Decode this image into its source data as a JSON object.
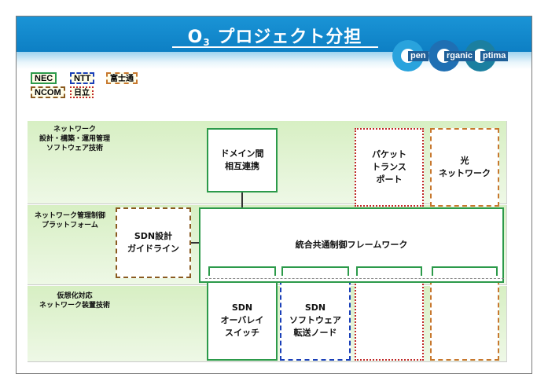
{
  "slide": {
    "title_main": "O",
    "title_sub": "3",
    "title_rest": " プロジェクト分担",
    "logo": {
      "word1": "pen",
      "word2": "rganic",
      "word3": "ptima"
    }
  },
  "legend": {
    "nec": "NEC",
    "ntt": "NTT",
    "fujitsu": "富士通",
    "ncom": "NCOM",
    "hitachi": "日立"
  },
  "bands": [
    {
      "label": "ネットワーク\n設計・構築・運用管理\nソフトウェア技術"
    },
    {
      "label": "ネットワーク管理制御\nプラットフォーム"
    },
    {
      "label": "仮想化対応\nネットワーク装置技術"
    }
  ],
  "boxes": {
    "domain": "ドメイン間\n相互連携",
    "packet": "パケット\nトランス\nポート",
    "optical": "光\nネットワーク",
    "sdn_guide": "SDN設計\nガイドライン",
    "unified": "統合共通制御フレームワーク",
    "overlay": "SDN\nオーバレイ\nスイッチ",
    "software": "SDN\nソフトウェア\n転送ノード"
  },
  "colors": {
    "nec": "#2c9a4a",
    "ntt": "#1a3fb8",
    "fujitsu": "#c7782e",
    "ncom": "#8a5a20",
    "hitachi": "#c02828",
    "title_bar": "#1a94d6"
  }
}
